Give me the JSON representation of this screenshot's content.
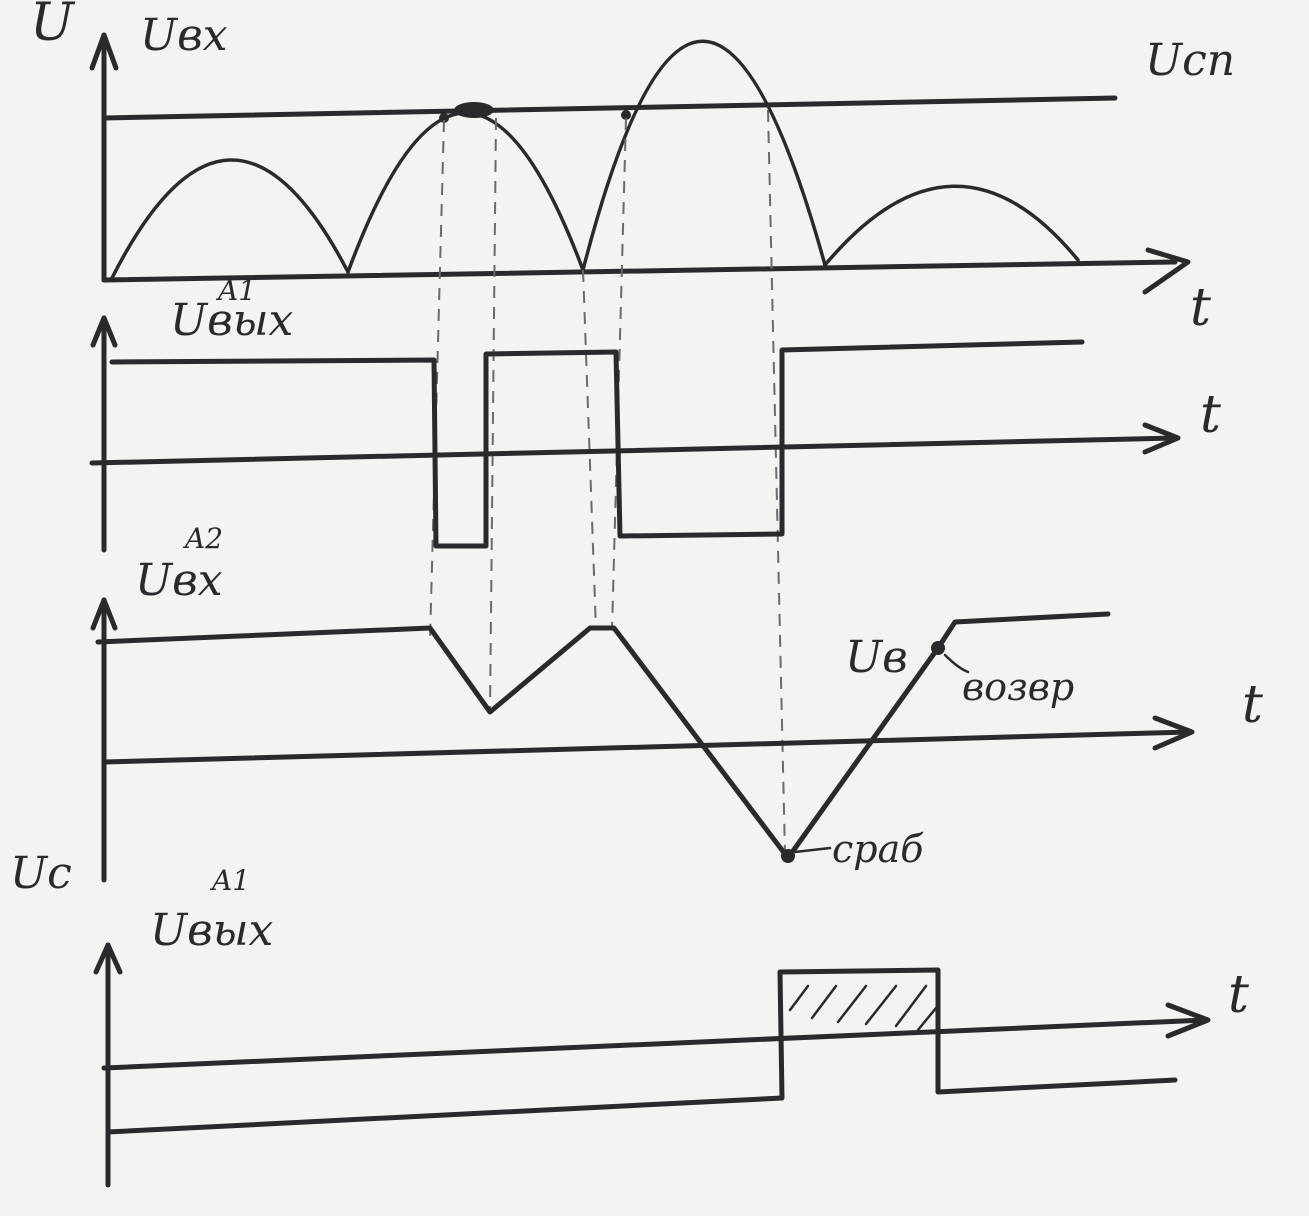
{
  "labels": {
    "top_axis_u": "U",
    "top_axis": "Uвx",
    "threshold": "Uсп",
    "t1": "t",
    "panel2": "Uвых",
    "panel2_sup": "A1",
    "t2": "t",
    "panel3": "Uвх",
    "panel3_sup": "A2",
    "t3": "t",
    "ub": "Uв",
    "return_point": "возвр",
    "trip_point": "сраб",
    "uc": "Uc",
    "panel4": "Uвых",
    "panel4_sup": "A1",
    "t4": "t"
  }
}
